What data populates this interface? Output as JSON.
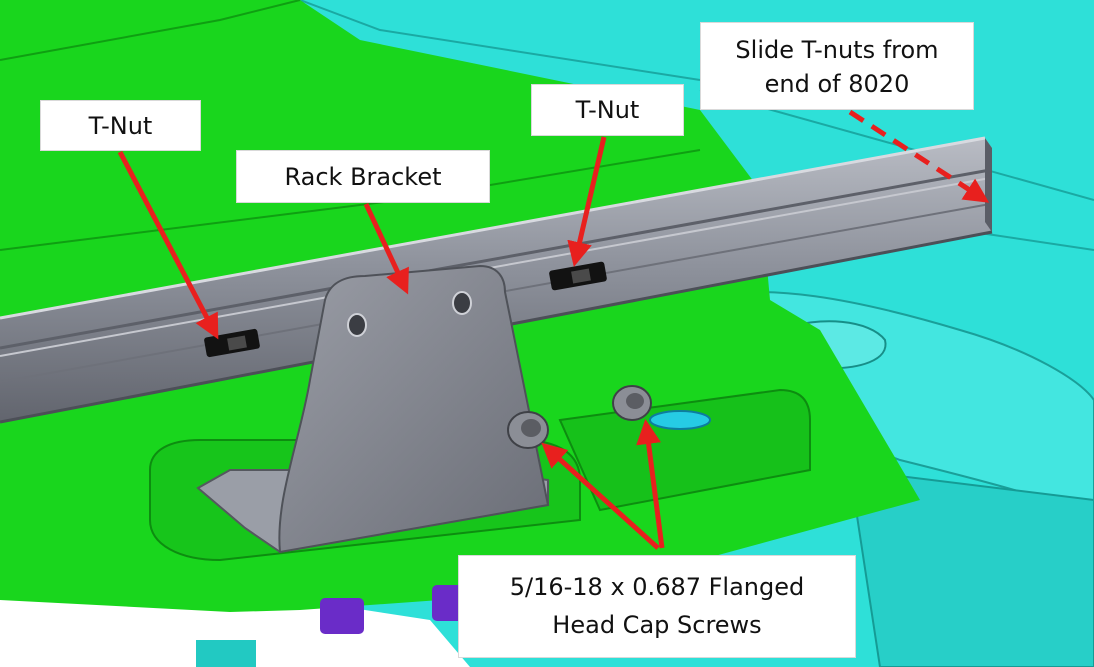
{
  "callouts": {
    "tnut_left": "T-Nut",
    "rack_bracket": "Rack Bracket",
    "tnut_right": "T-Nut",
    "slide_line1": "Slide T-nuts from",
    "slide_line2": "end of 8020",
    "screws_line1": "5/16-18 x 0.687 Flanged",
    "screws_line2": "Head Cap Screws"
  },
  "colors": {
    "green_panel": "#19d61d",
    "teal_body": "#2ee0d8",
    "rail": "#8f929b",
    "bracket": "#7c7f88",
    "arrow": "#e8201e",
    "purple_blocks": "#6a2cc8"
  }
}
